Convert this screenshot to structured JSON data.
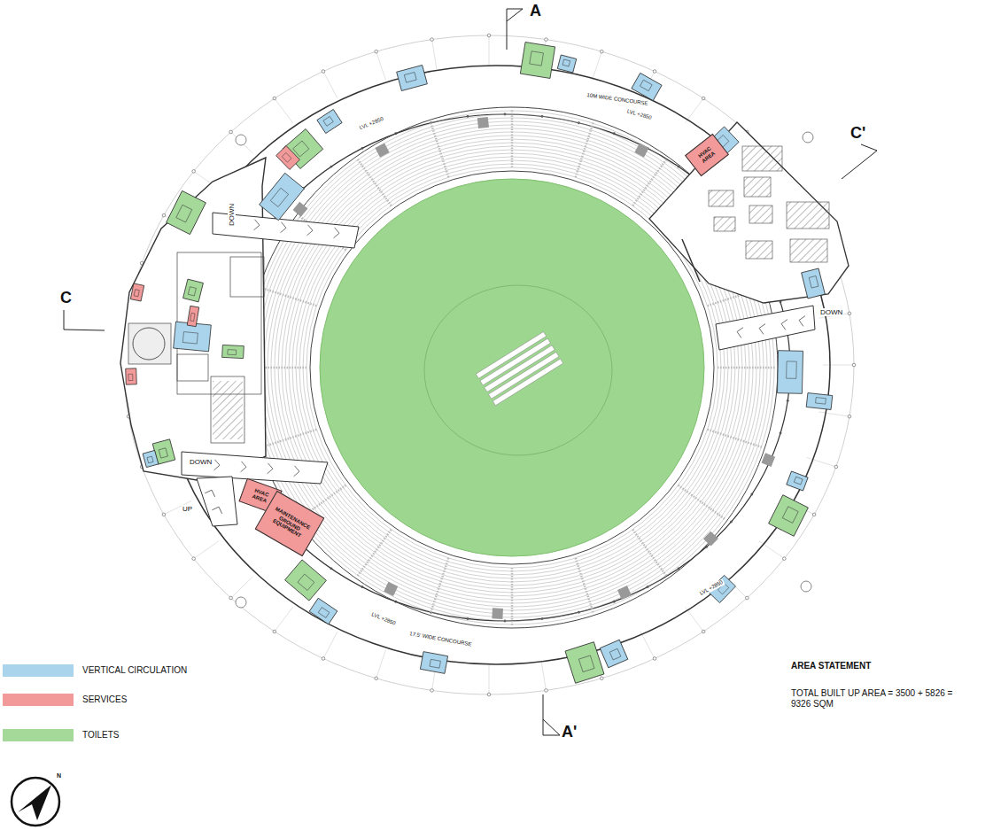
{
  "diagram": {
    "nodes": [
      {
        "text": [
          "HVAC AREA"
        ]
      },
      {
        "text": [
          "HVAC AREA"
        ]
      },
      {
        "text": [
          "MAINTENANCE GROUND EQUIPMENT"
        ]
      }
    ],
    "labels": [
      "A",
      "C'",
      "C",
      "DOWN",
      "DOWN",
      "DOWN",
      "UP",
      "A'",
      "10M WIDE CONCOURSE",
      "LVL +2850",
      "LVL +2850",
      "LVL +2850",
      "LVL +2850",
      "17.5' WIDE CONCOURSE",
      "AREA STATEMENT",
      "TOTAL BUILT UP AREA = 3500 + 5826 = 9326 SQM",
      "N"
    ],
    "legend": [
      {
        "text": "VERTICAL CIRCULATION",
        "color": "#a9d4ec"
      },
      {
        "text": "SERVICES",
        "color": "#f29a9a"
      },
      {
        "text": "TOILETS",
        "color": "#a5d99a"
      }
    ]
  }
}
